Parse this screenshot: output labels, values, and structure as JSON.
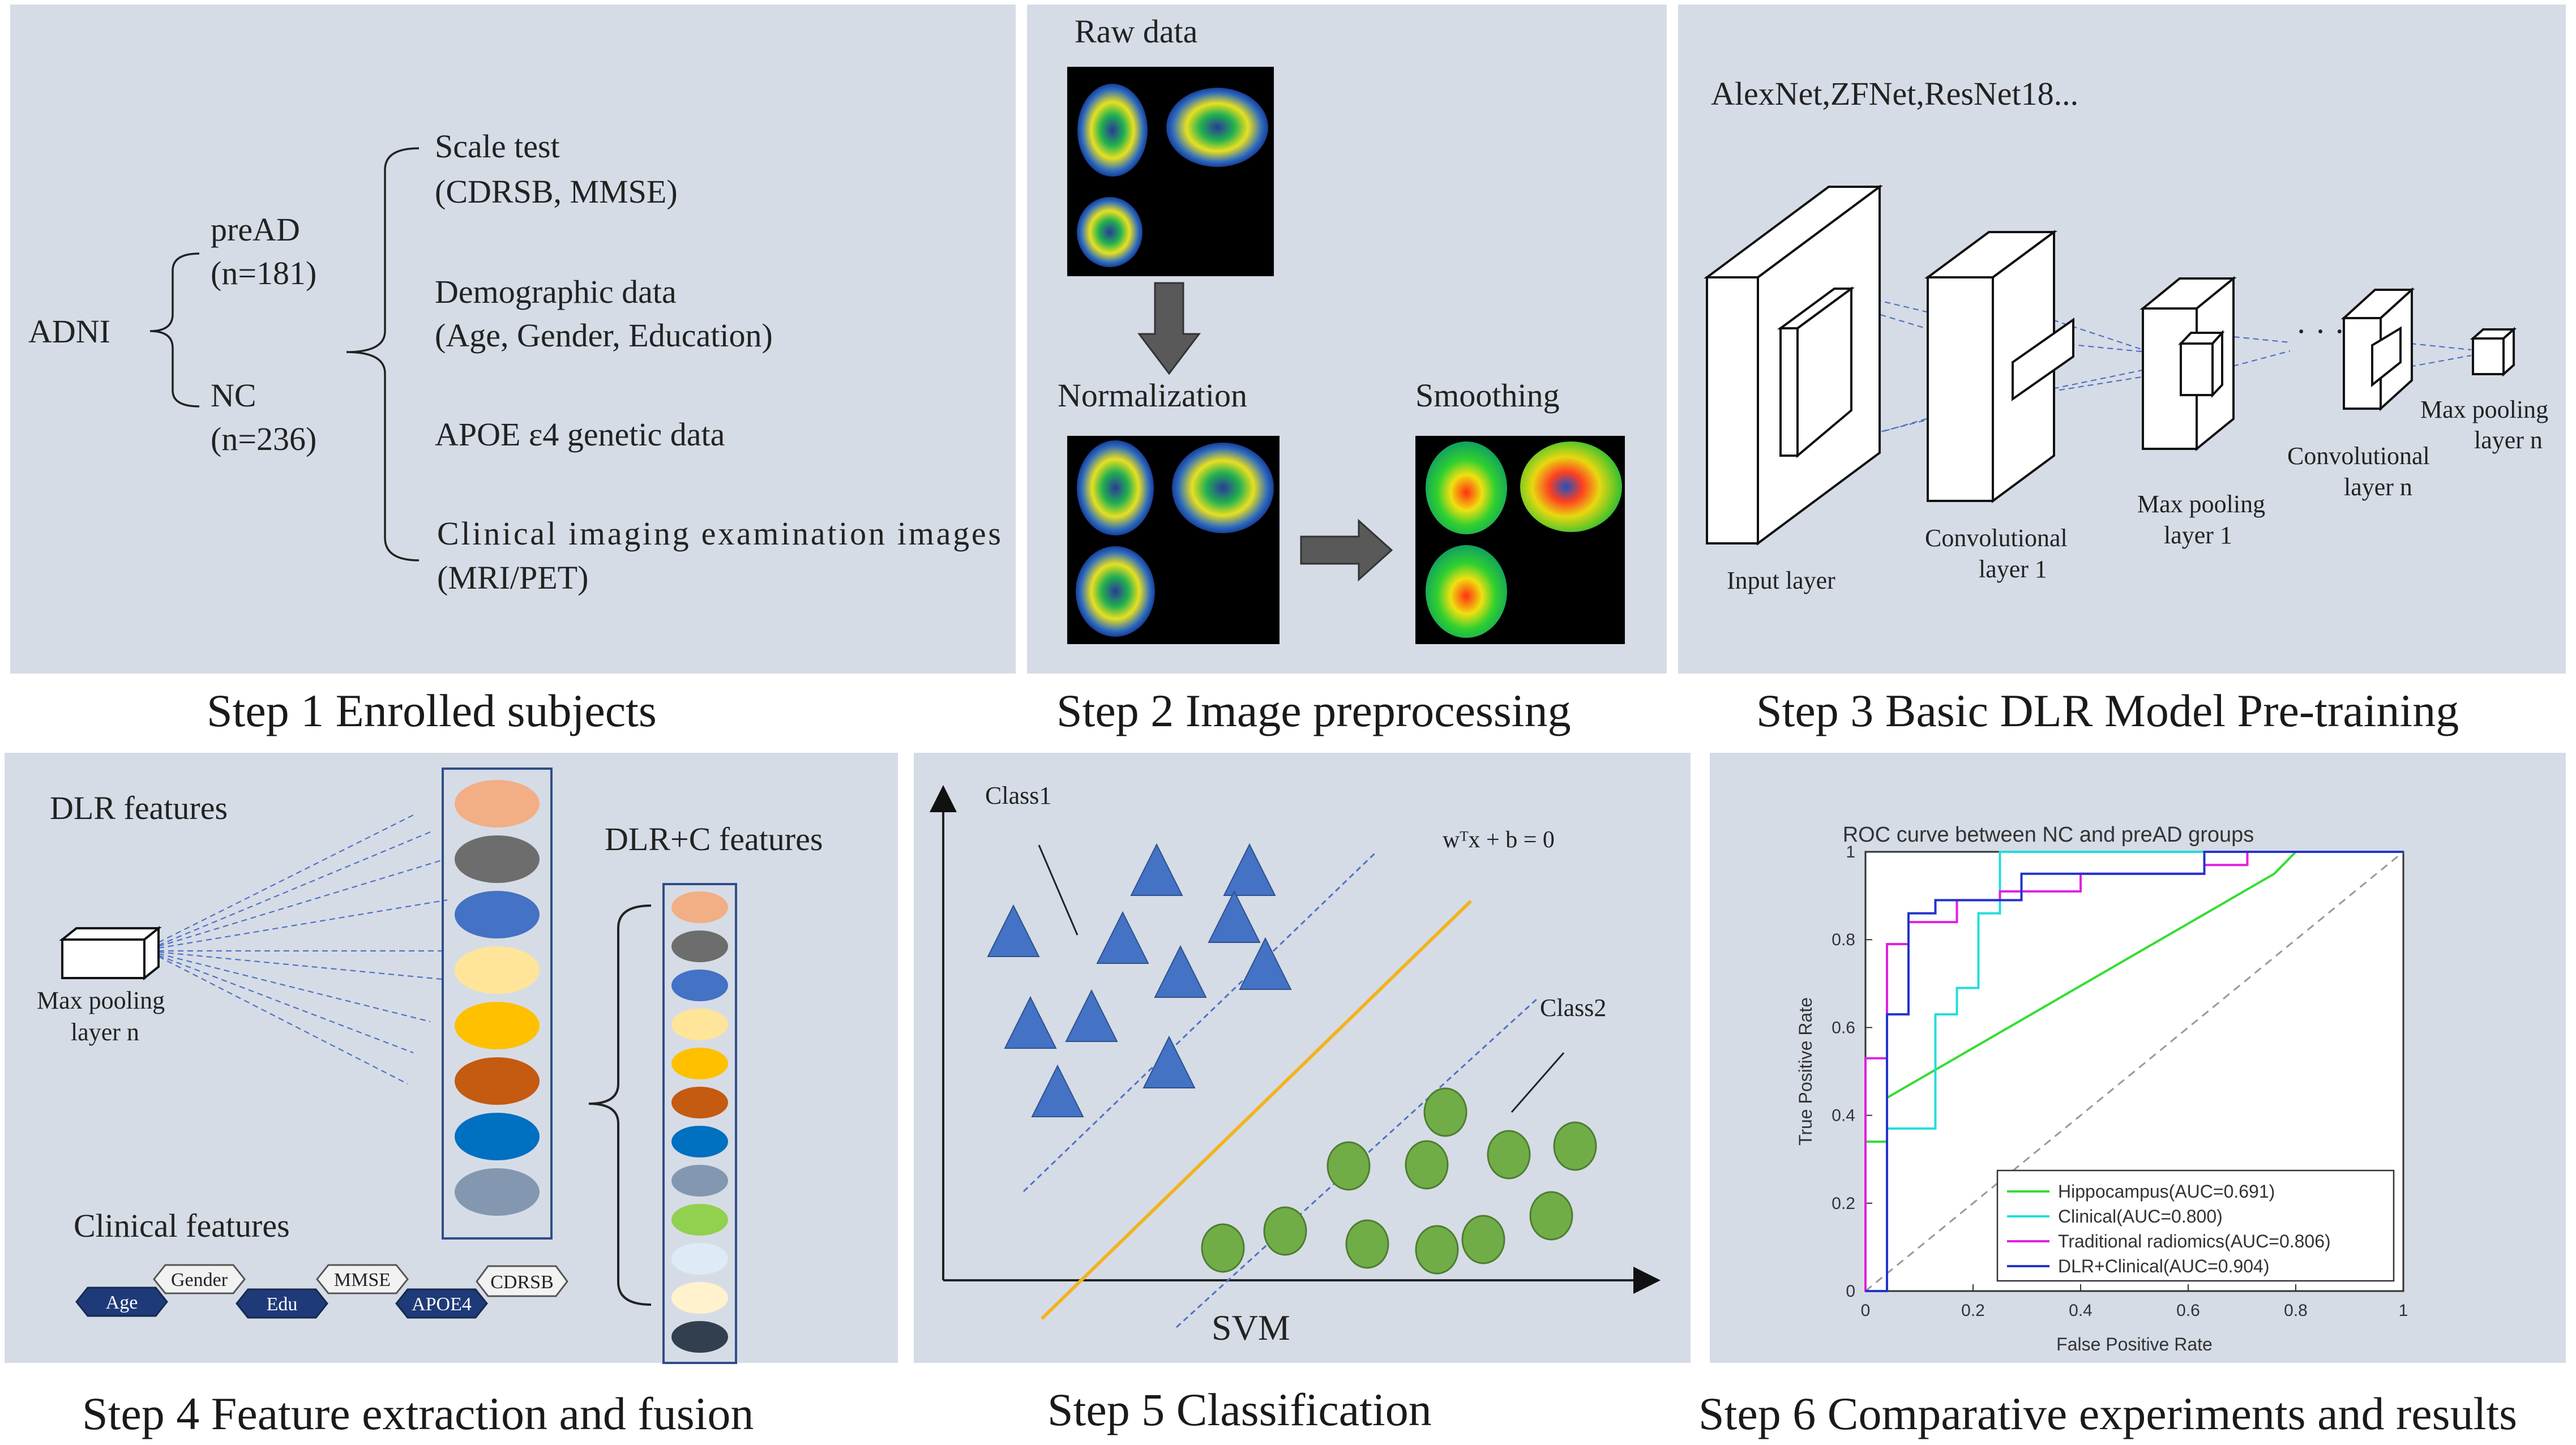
{
  "steps": {
    "s1": "Step 1  Enrolled subjects",
    "s2": "Step 2  Image preprocessing",
    "s3": "Step 3  Basic DLR Model Pre-training",
    "s4": "Step 4  Feature extraction and fusion",
    "s5": "Step 5  Classification",
    "s6": "Step 6  Comparative experiments and results"
  },
  "panel1": {
    "root": "ADNI",
    "group1_name": "preAD",
    "group1_n": "(n=181)",
    "group2_name": "NC",
    "group2_n": "(n=236)",
    "items": [
      {
        "line1": "Scale test",
        "line2": "(CDRSB, MMSE)"
      },
      {
        "line1": "Demographic data",
        "line2": "(Age, Gender, Education)"
      },
      {
        "line1": "APOE ε4 genetic data",
        "line2": ""
      },
      {
        "line1": "Clinical imaging examination images",
        "line2": "(MRI/PET)"
      }
    ]
  },
  "panel2": {
    "raw": "Raw data",
    "norm": "Normalization",
    "smooth": "Smoothing"
  },
  "panel3": {
    "models": "AlexNet,ZFNet,ResNet18...",
    "input_layer": "Input layer",
    "conv1_a": "Convolutional",
    "conv1_b": "layer 1",
    "pool1_a": "Max pooling",
    "pool1_b": "layer 1",
    "dots": "· · ·",
    "convn_a": "Convolutional",
    "convn_b": "layer n",
    "pooln_a": "Max pooling",
    "pooln_b": "layer n"
  },
  "panel4": {
    "dlr": "DLR features",
    "dlrc": "DLR+C features",
    "pool_a": "Max pooling",
    "pool_b": "layer n",
    "clinical": "Clinical features",
    "tags": [
      "Age",
      "Gender",
      "Edu",
      "MMSE",
      "APOE4",
      "CDRSB"
    ],
    "dlr_colors": [
      "#f2ae85",
      "#6d6d6d",
      "#4472c4",
      "#ffe599",
      "#ffc000",
      "#c55a11",
      "#0070c0",
      "#8497b0"
    ],
    "dlrc_colors": [
      "#f2ae85",
      "#6d6d6d",
      "#4472c4",
      "#ffe599",
      "#ffc000",
      "#c55a11",
      "#0070c0",
      "#8497b0",
      "#92d050",
      "#deebf7",
      "#fff2cc",
      "#323f4f"
    ]
  },
  "panel5": {
    "class1": "Class1",
    "class2": "Class2",
    "equation": "wᵀx + b = 0",
    "svm": "SVM"
  },
  "chart_data": {
    "type": "line",
    "title": "ROC curve between NC and preAD groups",
    "xlabel": "False Positive Rate",
    "ylabel": "True Positive Rate",
    "xlim": [
      0,
      1
    ],
    "ylim": [
      0,
      1
    ],
    "xticks": [
      "0",
      "0.2",
      "0.4",
      "0.6",
      "0.8",
      "1"
    ],
    "yticks": [
      "0",
      "0.2",
      "0.4",
      "0.6",
      "0.8",
      "1"
    ],
    "legend_position": "bottom-right",
    "series": [
      {
        "name": "Hippocampus(AUC=0.691)",
        "color": "#33dd33",
        "x": [
          0,
          0,
          0.04,
          0.04,
          0.76,
          0.76,
          0.8,
          1
        ],
        "y": [
          0,
          0.34,
          0.34,
          0.44,
          0.95,
          0.95,
          1,
          1
        ]
      },
      {
        "name": "Clinical(AUC=0.800)",
        "color": "#22dddd",
        "x": [
          0,
          0.04,
          0.04,
          0.13,
          0.13,
          0.17,
          0.17,
          0.21,
          0.21,
          0.25,
          0.25,
          1
        ],
        "y": [
          0,
          0,
          0.37,
          0.37,
          0.63,
          0.63,
          0.69,
          0.69,
          0.86,
          0.86,
          1,
          1
        ]
      },
      {
        "name": "Traditional radiomics(AUC=0.806)",
        "color": "#e020e0",
        "x": [
          0,
          0,
          0.04,
          0.04,
          0.08,
          0.08,
          0.17,
          0.17,
          0.25,
          0.25,
          0.4,
          0.4,
          0.63,
          0.63,
          0.71,
          0.71,
          1
        ],
        "y": [
          0,
          0.53,
          0.53,
          0.79,
          0.79,
          0.84,
          0.84,
          0.89,
          0.89,
          0.91,
          0.91,
          0.95,
          0.95,
          0.97,
          0.97,
          1,
          1
        ]
      },
      {
        "name": "DLR+Clinical(AUC=0.904)",
        "color": "#2233cc",
        "x": [
          0,
          0.04,
          0.04,
          0.08,
          0.08,
          0.13,
          0.13,
          0.29,
          0.29,
          0.63,
          0.63,
          1
        ],
        "y": [
          0,
          0,
          0.63,
          0.63,
          0.86,
          0.86,
          0.89,
          0.89,
          0.95,
          0.95,
          1,
          1
        ]
      }
    ]
  }
}
